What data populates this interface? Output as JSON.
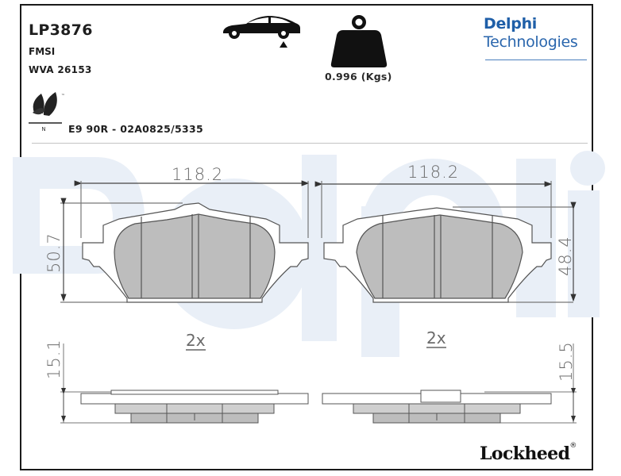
{
  "product": {
    "part_number": "LP3876",
    "fmsi_label": "FMSI",
    "wva_label": "WVA 26153",
    "ece_approval": "E9 90R - 02A0825/5335",
    "weight_label": "0.996 (Kgs)",
    "eco_icon": "leaf-eco-icon",
    "eco_icon_letter": "N",
    "eco_icon_tm": "™",
    "axle_icon": "car-rear-axle-icon",
    "weight_icon": "weight-icon"
  },
  "brand": {
    "line1": "Delphi",
    "line2": "Technologies",
    "color": "#1f5fa8",
    "watermark": "Delphi",
    "watermark_color": "#e8eef6"
  },
  "footer": {
    "brand": "Lockheed",
    "registered": "®"
  },
  "drawings": {
    "left_pad": {
      "width": "118.2",
      "height": "50.7",
      "thickness": "15.1",
      "quantity": "2x"
    },
    "right_pad": {
      "width": "118.2",
      "height": "48.4",
      "thickness": "15.5",
      "quantity": "2x"
    }
  },
  "colors": {
    "friction_material": "#bdbdbd",
    "outline": "#555555",
    "frame": "#1a1a1a"
  }
}
